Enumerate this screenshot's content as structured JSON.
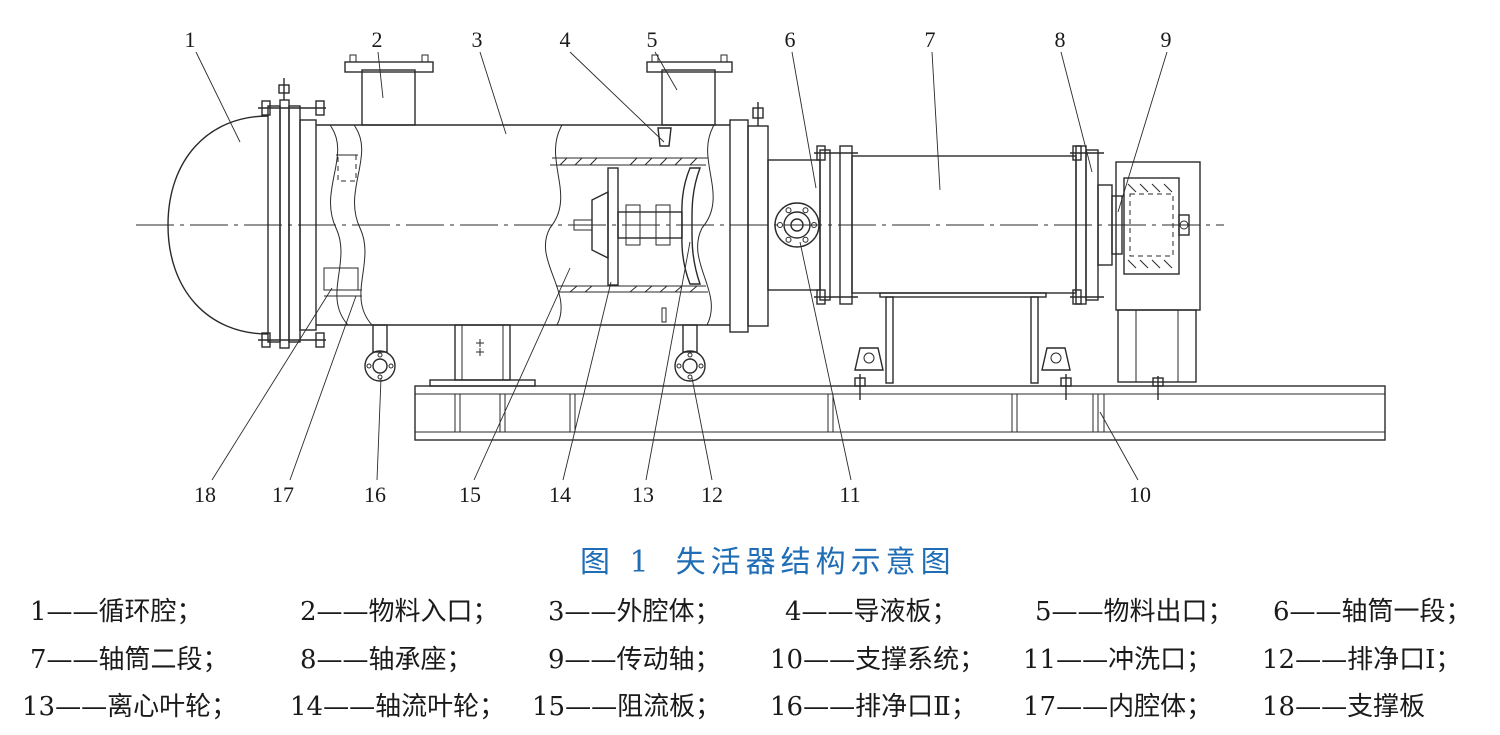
{
  "figure": {
    "callouts": [
      "1",
      "2",
      "3",
      "4",
      "5",
      "6",
      "7",
      "8",
      "9",
      "10",
      "11",
      "12",
      "13",
      "14",
      "15",
      "16",
      "17",
      "18"
    ],
    "caption_label": "图 1",
    "caption_title": "失活器结构示意图"
  },
  "legend": {
    "items": [
      "1——循环腔；",
      "2——物料入口；",
      "3——外腔体；",
      "4——导液板；",
      "5——物料出口；",
      "6——轴筒一段；",
      "7——轴筒二段；",
      "8——轴承座；",
      "9——传动轴；",
      "10——支撑系统；",
      "11——冲洗口；",
      "12——排净口Ⅰ；",
      "13——离心叶轮；",
      "14——轴流叶轮；",
      "15——阻流板；",
      "16——排净口Ⅱ；",
      "17——内腔体；",
      "18——支撑板"
    ]
  },
  "colors": {
    "drawing_line": "#2a2a2a",
    "caption": "#1f6db5",
    "text": "#1a1a1a"
  }
}
